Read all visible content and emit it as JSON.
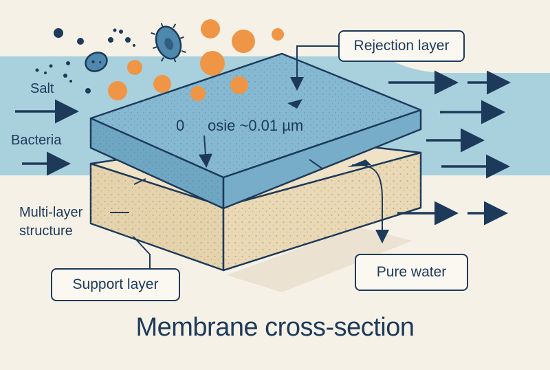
{
  "title": "Membrane cross-section",
  "labels": {
    "salt": "Salt",
    "bacteria": "Bacteria",
    "multi_layer_line1": "Multi-layer",
    "multi_layer_line2": "structure",
    "pore_zero": "0",
    "pore_size": "osie ~0.01 µm"
  },
  "callouts": {
    "rejection_layer": "Rejection layer",
    "pure_water": "Pure water",
    "support_layer": "Support layer"
  },
  "colors": {
    "background": "#f6f1e6",
    "water_band": "#a9d0dd",
    "rejection_top": "#86b9d1",
    "rejection_side": "#6fa6c2",
    "support_top": "#efe2c6",
    "support_side": "#e5d3ae",
    "outline": "#1d3a5a",
    "particle_orange": "#ef9646",
    "particle_navy": "#1d3a5a",
    "bacterium_blue": "#4f88ad"
  },
  "icons": [
    "bacterium-icon",
    "salt-particle-icon",
    "flow-arrow-icon"
  ]
}
